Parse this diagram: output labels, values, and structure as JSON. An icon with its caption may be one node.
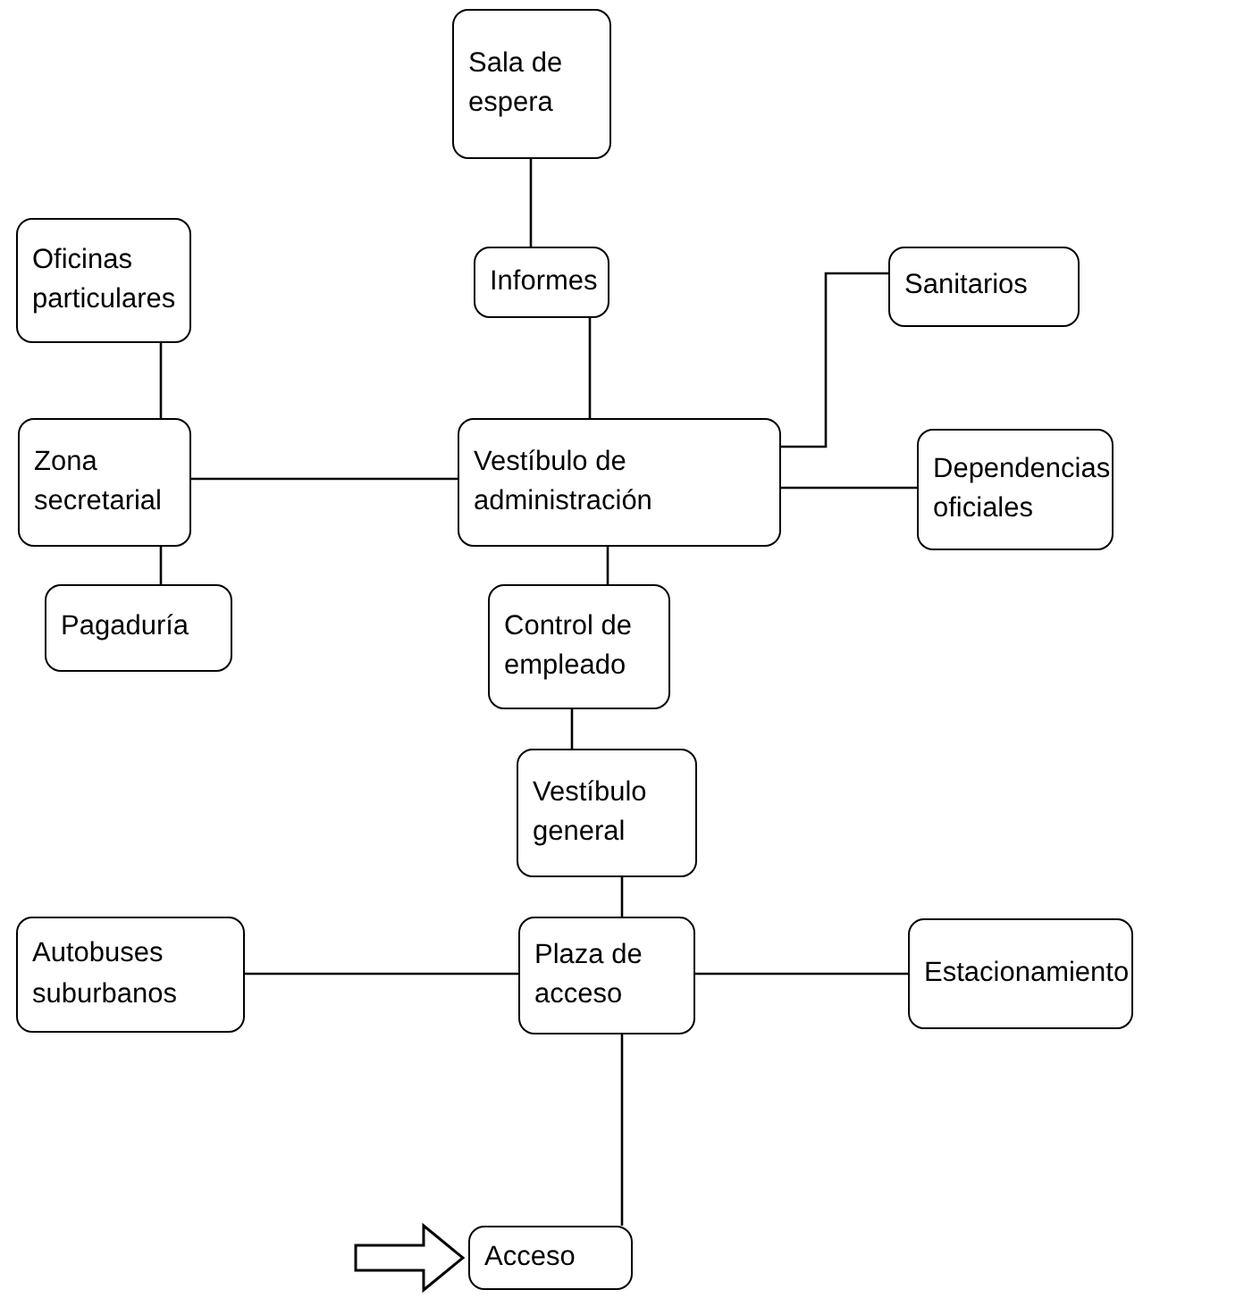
{
  "diagram": {
    "nodes": [
      {
        "text": [
          "Sala de espera"
        ]
      },
      {
        "text": [
          "Informes"
        ]
      },
      {
        "text": [
          "Sanitarios"
        ]
      },
      {
        "text": [
          "Oficinas particulares"
        ]
      },
      {
        "text": [
          "Zona secretarial"
        ]
      },
      {
        "text": [
          "Vestíbulo de administración"
        ]
      },
      {
        "text": [
          "Dependencias oficiales"
        ]
      },
      {
        "text": [
          "Pagaduría"
        ]
      },
      {
        "text": [
          "Control de empleado"
        ]
      },
      {
        "text": [
          "Vestíbulo general"
        ]
      },
      {
        "text": [
          "Autobuses suburbanos"
        ]
      },
      {
        "text": [
          "Plaza de acceso"
        ]
      },
      {
        "text": [
          "Estacionamiento"
        ]
      },
      {
        "text": [
          "Acceso"
        ]
      }
    ],
    "edges": [
      {
        "from": 0,
        "to": 1,
        "arrow": "none"
      },
      {
        "from": 1,
        "to": 5,
        "arrow": "none"
      },
      {
        "from": 5,
        "to": 2,
        "arrow": "none"
      },
      {
        "from": 3,
        "to": 4,
        "arrow": "none"
      },
      {
        "from": 4,
        "to": 5,
        "arrow": "none"
      },
      {
        "from": 4,
        "to": 7,
        "arrow": "none"
      },
      {
        "from": 5,
        "to": 6,
        "arrow": "none"
      },
      {
        "from": 5,
        "to": 8,
        "arrow": "none"
      },
      {
        "from": 8,
        "to": 9,
        "arrow": "none"
      },
      {
        "from": 9,
        "to": 11,
        "arrow": "none"
      },
      {
        "from": 10,
        "to": 11,
        "arrow": "none"
      },
      {
        "from": 11,
        "to": 12,
        "arrow": "none"
      },
      {
        "from": 11,
        "to": 13,
        "arrow": "none"
      },
      {
        "from": null,
        "to": 13,
        "arrow": "to",
        "style": "thick"
      }
    ]
  }
}
